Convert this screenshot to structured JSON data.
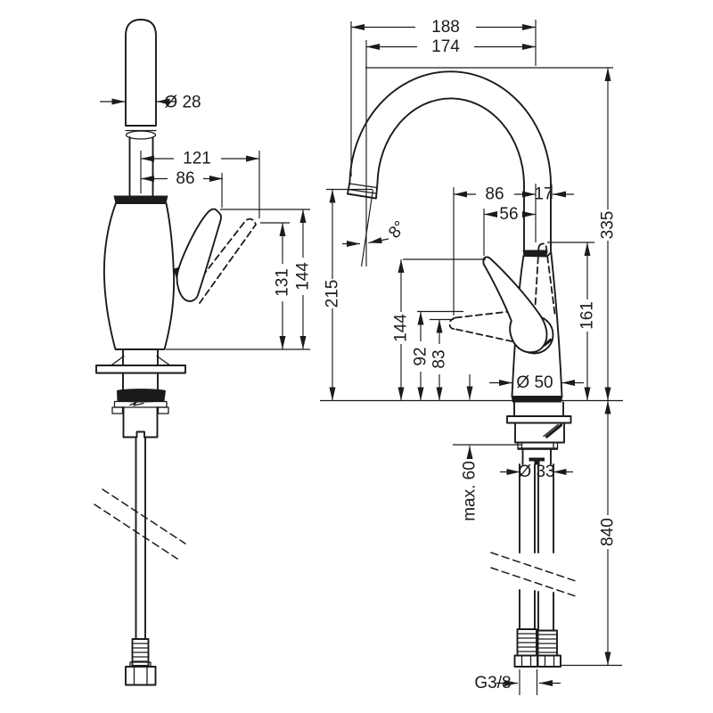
{
  "drawing": {
    "type": "technical-dimension-drawing",
    "subject": "single-lever kitchen faucet, two orthographic views with flexible supply hoses"
  },
  "colors": {
    "ink": "#1b1b1b",
    "background": "#ffffff"
  },
  "left_view": {
    "dims": {
      "dia28": "Ø 28",
      "d121": "121",
      "d86": "86",
      "d131": "131",
      "d144": "144"
    }
  },
  "right_view": {
    "dims": {
      "d188": "188",
      "d174": "174",
      "d86": "86",
      "d17": "17",
      "d56": "56",
      "angle": "8°",
      "d215": "215",
      "d144": "144",
      "d92": "92",
      "d83": "83",
      "dia50": "Ø 50",
      "d161": "161",
      "d335": "335",
      "max60": "max. 60",
      "dia33": "Ø 33",
      "d840": "840",
      "g38": "G3/8"
    }
  }
}
